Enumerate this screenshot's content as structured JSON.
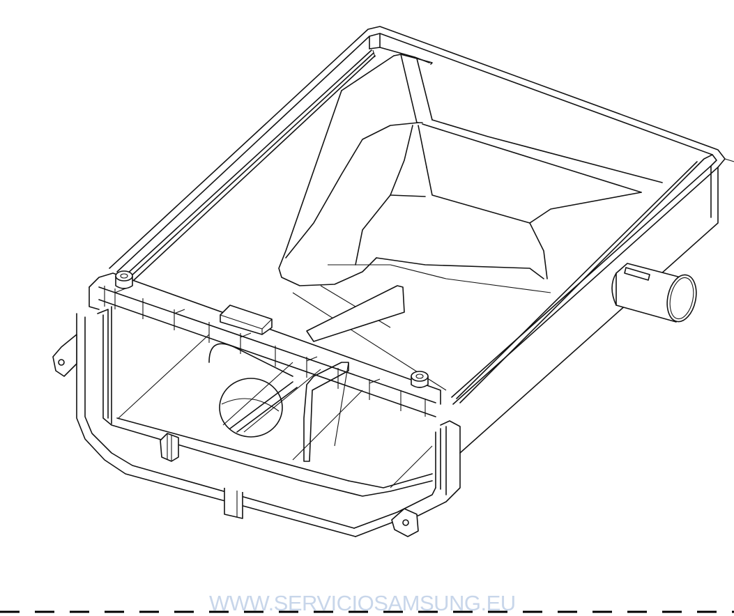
{
  "figure": {
    "subject": "washing machine detergent drawer housing",
    "view": "isometric line drawing"
  },
  "watermark": {
    "text": "WWW.SERVICIOSAMSUNG.EU",
    "color": "#c8d6ea"
  },
  "footer": {
    "separator": "dashed-line",
    "dash_color": "#000000"
  }
}
